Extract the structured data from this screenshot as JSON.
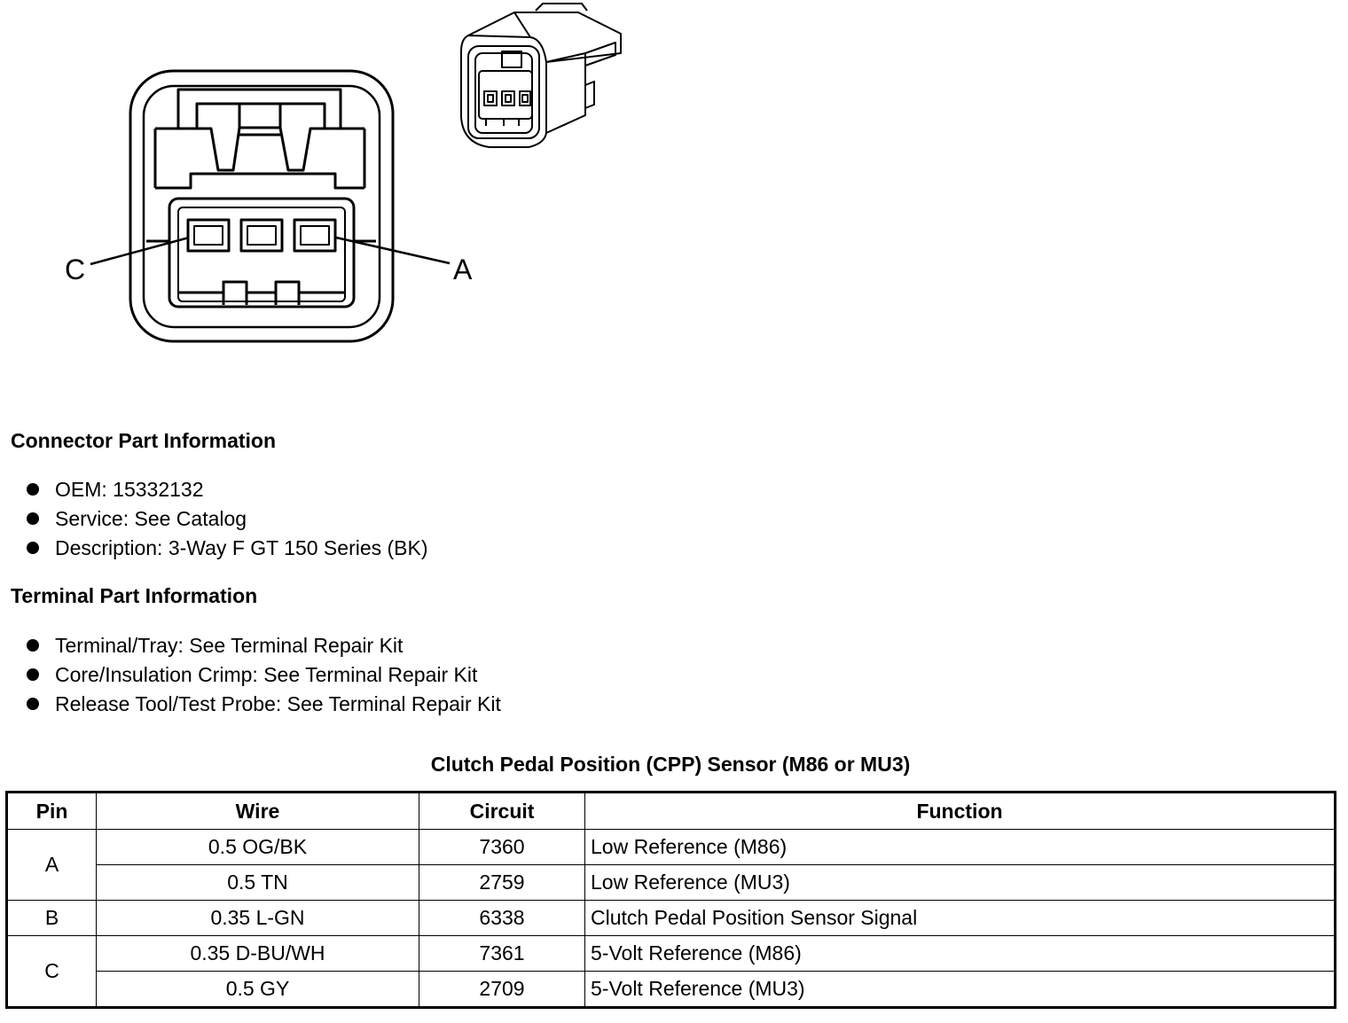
{
  "diagram": {
    "callout_c": "C",
    "callout_a": "A"
  },
  "connector_info": {
    "heading": "Connector Part Information",
    "items": [
      "OEM: 15332132",
      "Service: See Catalog",
      "Description: 3-Way F GT 150 Series (BK)"
    ]
  },
  "terminal_info": {
    "heading": "Terminal Part Information",
    "items": [
      "Terminal/Tray: See Terminal Repair Kit",
      "Core/Insulation Crimp: See Terminal Repair Kit",
      "Release Tool/Test Probe: See Terminal Repair Kit"
    ]
  },
  "table": {
    "title": "Clutch Pedal Position (CPP) Sensor (M86 or MU3)",
    "headers": [
      "Pin",
      "Wire",
      "Circuit",
      "Function"
    ],
    "rows": [
      {
        "pin": "A",
        "wire": "0.5 OG/BK",
        "circuit": "7360",
        "function": "Low Reference (M86)"
      },
      {
        "pin": "A",
        "wire": "0.5 TN",
        "circuit": "2759",
        "function": "Low Reference (MU3)"
      },
      {
        "pin": "B",
        "wire": "0.35 L-GN",
        "circuit": "6338",
        "function": "Clutch Pedal Position Sensor Signal"
      },
      {
        "pin": "C",
        "wire": "0.35 D-BU/WH",
        "circuit": "7361",
        "function": "5-Volt Reference (M86)"
      },
      {
        "pin": "C",
        "wire": "0.5 GY",
        "circuit": "2709",
        "function": "5-Volt Reference (MU3)"
      }
    ]
  }
}
